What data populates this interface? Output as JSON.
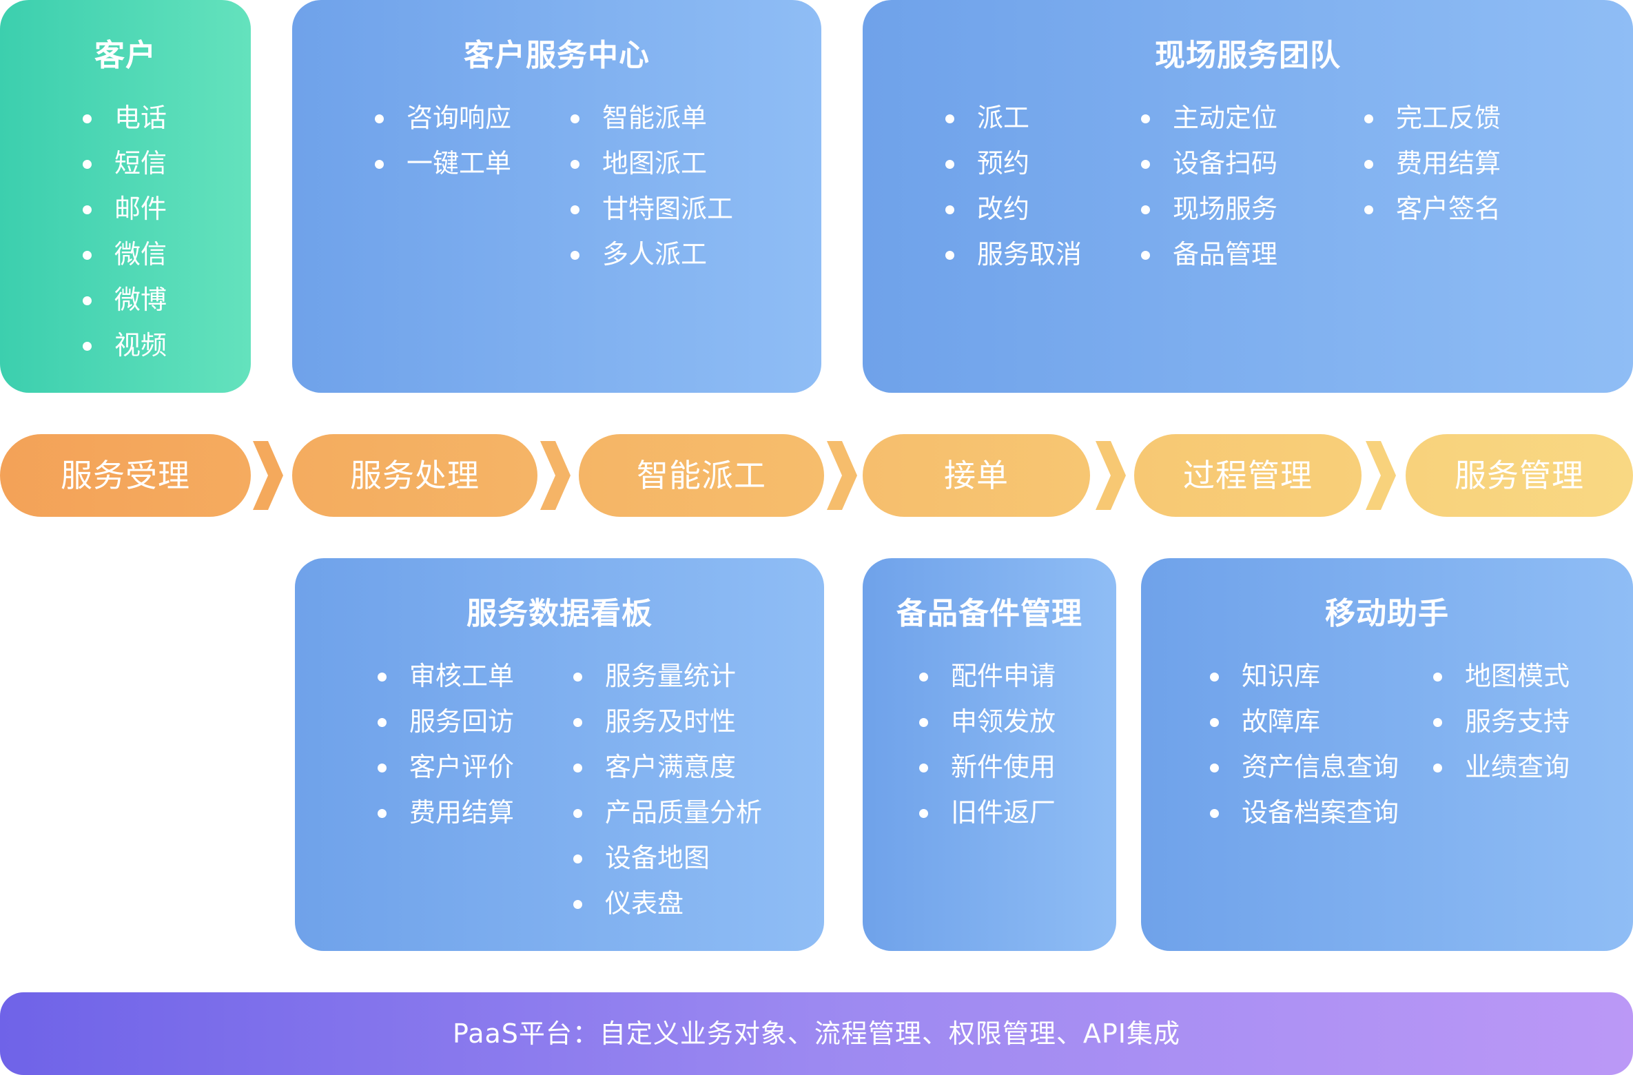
{
  "customer": {
    "title": "客户",
    "items": [
      "电话",
      "短信",
      "邮件",
      "微信",
      "微博",
      "视频"
    ]
  },
  "service_center": {
    "title": "客户服务中心",
    "col1": [
      "咨询响应",
      "一键工单"
    ],
    "col2": [
      "智能派单",
      "地图派工",
      "甘特图派工",
      "多人派工"
    ]
  },
  "field_team": {
    "title": "现场服务团队",
    "col1": [
      "派工",
      "预约",
      "改约",
      "服务取消"
    ],
    "col2": [
      "主动定位",
      "设备扫码",
      "现场服务",
      "备品管理"
    ],
    "col3": [
      "完工反馈",
      "费用结算",
      "客户签名"
    ]
  },
  "flow": {
    "steps": [
      "服务受理",
      "服务处理",
      "智能派工",
      "接单",
      "过程管理",
      "服务管理"
    ]
  },
  "dashboard": {
    "title": "服务数据看板",
    "col1": [
      "审核工单",
      "服务回访",
      "客户评价",
      "费用结算"
    ],
    "col2": [
      "服务量统计",
      "服务及时性",
      "客户满意度",
      "产品质量分析",
      "设备地图",
      "仪表盘"
    ]
  },
  "spare_parts": {
    "title": "备品备件管理",
    "col1": [
      "配件申请",
      "申领发放",
      "新件使用",
      "旧件返厂"
    ]
  },
  "mobile": {
    "title": "移动助手",
    "col1": [
      "知识库",
      "故障库",
      "资产信息查询",
      "设备档案查询"
    ],
    "col2": [
      "地图模式",
      "服务支持",
      "业绩查询"
    ]
  },
  "platform": {
    "text": "PaaS平台：自定义业务对象、流程管理、权限管理、API集成"
  },
  "colors": {
    "card_blue_start": "#6fa2ea",
    "card_blue_end": "#8fbdf5",
    "card_green_start": "#3ccfae",
    "card_green_end": "#64e2bd",
    "pill_start": "#f3a258",
    "pill_end": "#f8d480",
    "platform_start": "#6f63e8",
    "platform_end": "#bb98f6"
  }
}
